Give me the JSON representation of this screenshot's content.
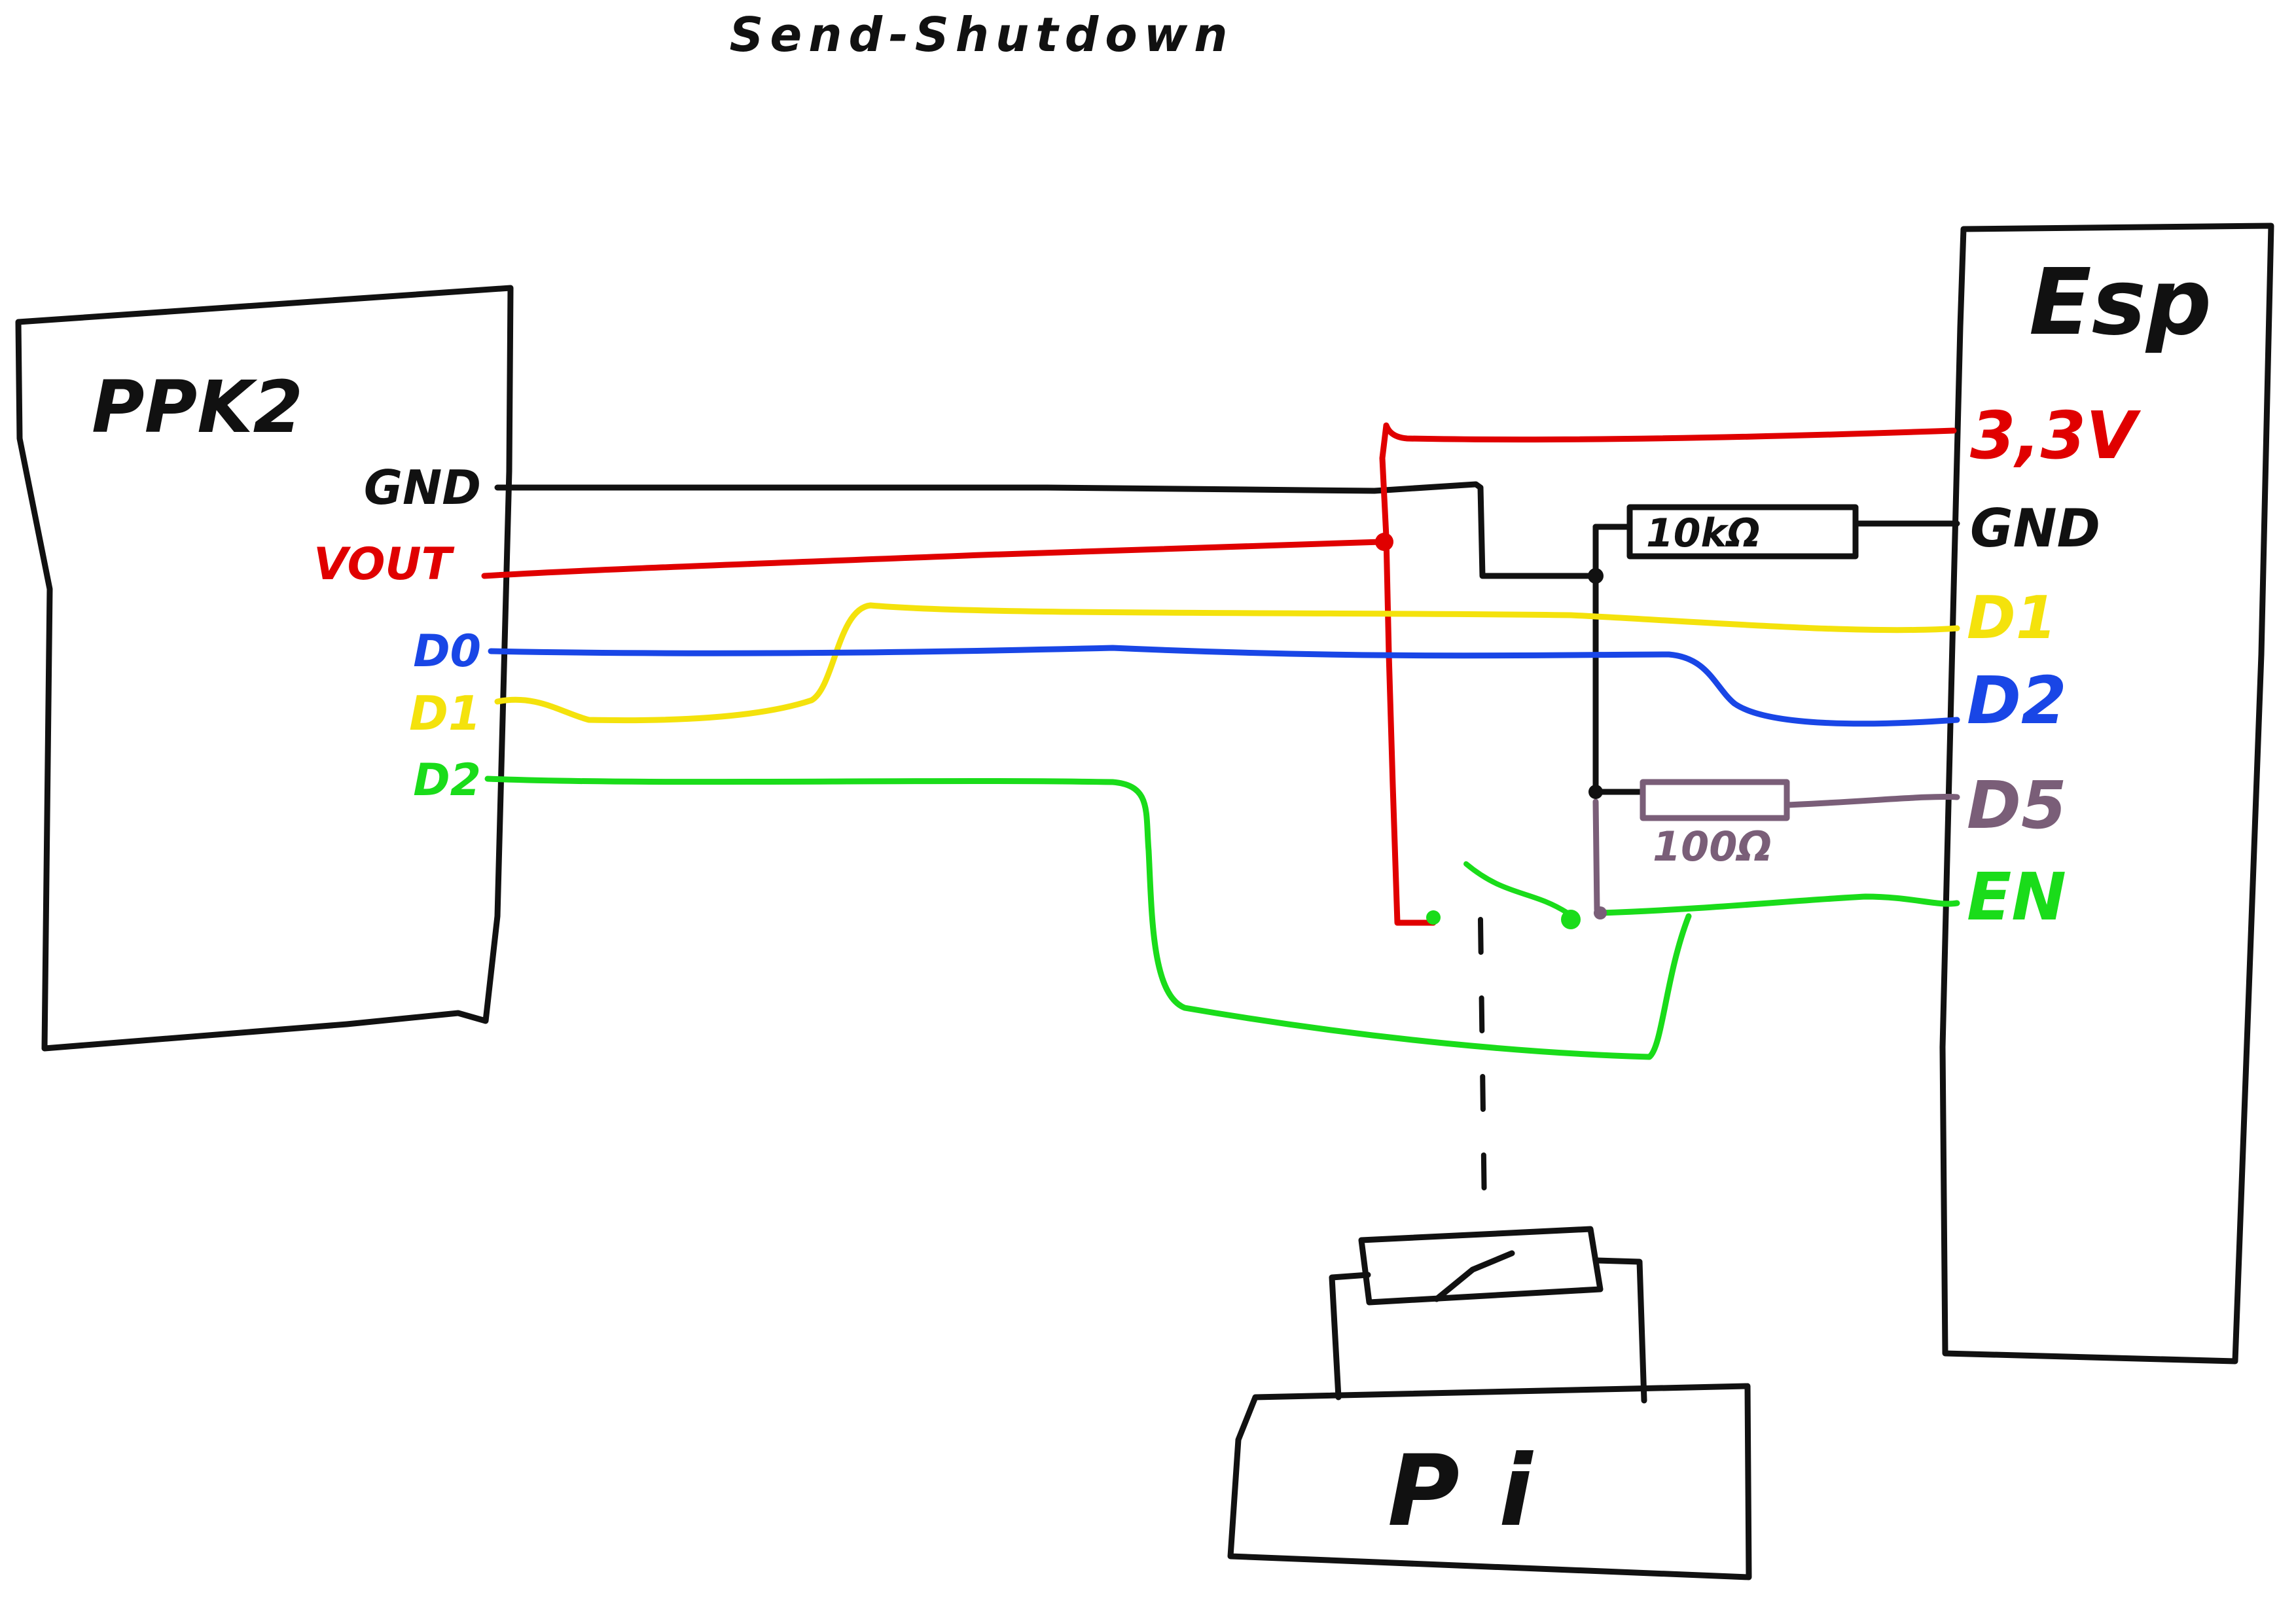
{
  "title": "Send-Shutdown",
  "colors": {
    "black": "#111111",
    "red": "#e00000",
    "yellow": "#f4e20c",
    "blue": "#1946e6",
    "green": "#1adc1a",
    "purple": "#7a5e78"
  },
  "ppk2": {
    "label": "PPK2",
    "pins": {
      "gnd": "GND",
      "vout": "VOUT",
      "d0": "D0",
      "d1": "D1",
      "d2": "D2"
    }
  },
  "esp": {
    "label": "Esp",
    "pins": {
      "v33": "3,3V",
      "gnd": "GND",
      "d1": "D1",
      "d2": "D2",
      "d5": "D5",
      "en": "EN"
    }
  },
  "resistors": {
    "r10k": "10kΩ",
    "r100": "100Ω"
  },
  "pi": {
    "label": "Pi"
  }
}
